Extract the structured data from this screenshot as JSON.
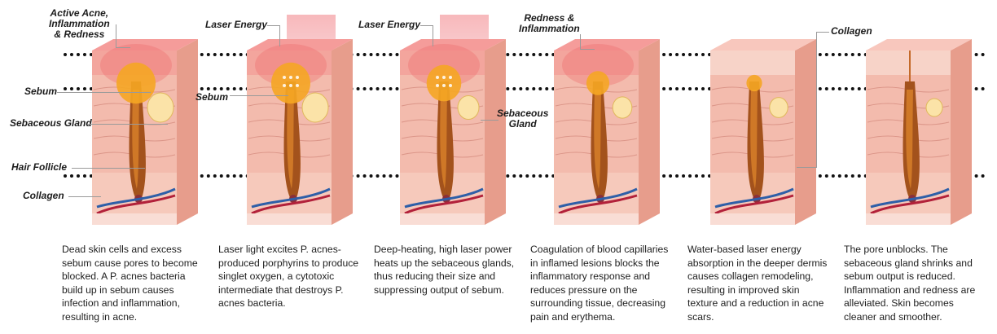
{
  "labels": {
    "active_acne": "Active Acne,\nInflammation\n& Redness",
    "sebum_1": "Sebum",
    "sebaceous_gland_1": "Sebaceous Gland",
    "hair_follicle": "Hair Follicle",
    "collagen_1": "Collagen",
    "laser_energy_1": "Laser Energy",
    "sebum_2": "Sebum",
    "laser_energy_2": "Laser Energy",
    "sebaceous_gland_3": "Sebaceous\nGland",
    "redness_inflammation": "Redness &\nInflammation",
    "collagen_5": "Collagen"
  },
  "captions": [
    "Dead skin cells and excess sebum cause pores to become blocked. A P. acnes bacteria build up in sebum causes infection and inflammation, resulting in acne.",
    "Laser light excites P. acnes-produced porphyrins to produce singlet oxygen, a cytotoxic intermediate that destroys P. acnes bacteria.",
    "Deep-heating, high laser power heats up the sebaceous glands, thus reducing their size and suppressing output of sebum.",
    "Coagulation of blood capillaries in inflamed lesions blocks the inflammatory response and reduces pressure on the surrounding tissue, decreasing pain and erythema.",
    "Water-based laser energy absorption in the deeper dermis causes collagen remodeling, resulting in improved skin texture and a reduction in acne scars.",
    "The pore unblocks. The sebaceous gland shrinks and sebum output is reduced. Inflammation and redness are alleviated. Skin becomes cleaner and smoother."
  ],
  "stages": [
    {
      "sebum": 1.0,
      "gland": 1.0,
      "inflamed": true,
      "laser": false
    },
    {
      "sebum": 1.0,
      "gland": 1.0,
      "inflamed": true,
      "laser": true
    },
    {
      "sebum": 0.85,
      "gland": 0.75,
      "inflamed": true,
      "laser": true
    },
    {
      "sebum": 0.45,
      "gland": 0.65,
      "inflamed": true,
      "laser": false
    },
    {
      "sebum": 0.2,
      "gland": 0.6,
      "inflamed": false,
      "laser": false
    },
    {
      "sebum": 0.0,
      "gland": 0.5,
      "inflamed": false,
      "laser": false
    }
  ],
  "colors": {
    "skin": "#f6c9bb",
    "dermis": "#f2b3a3",
    "inflammation": "#ee6b6b",
    "sebum": "#f5a623",
    "follicle": "#a3521c",
    "vessel_blue": "#2e5fa8",
    "vessel_red": "#b2213a",
    "laser": "#f7b8bb"
  }
}
